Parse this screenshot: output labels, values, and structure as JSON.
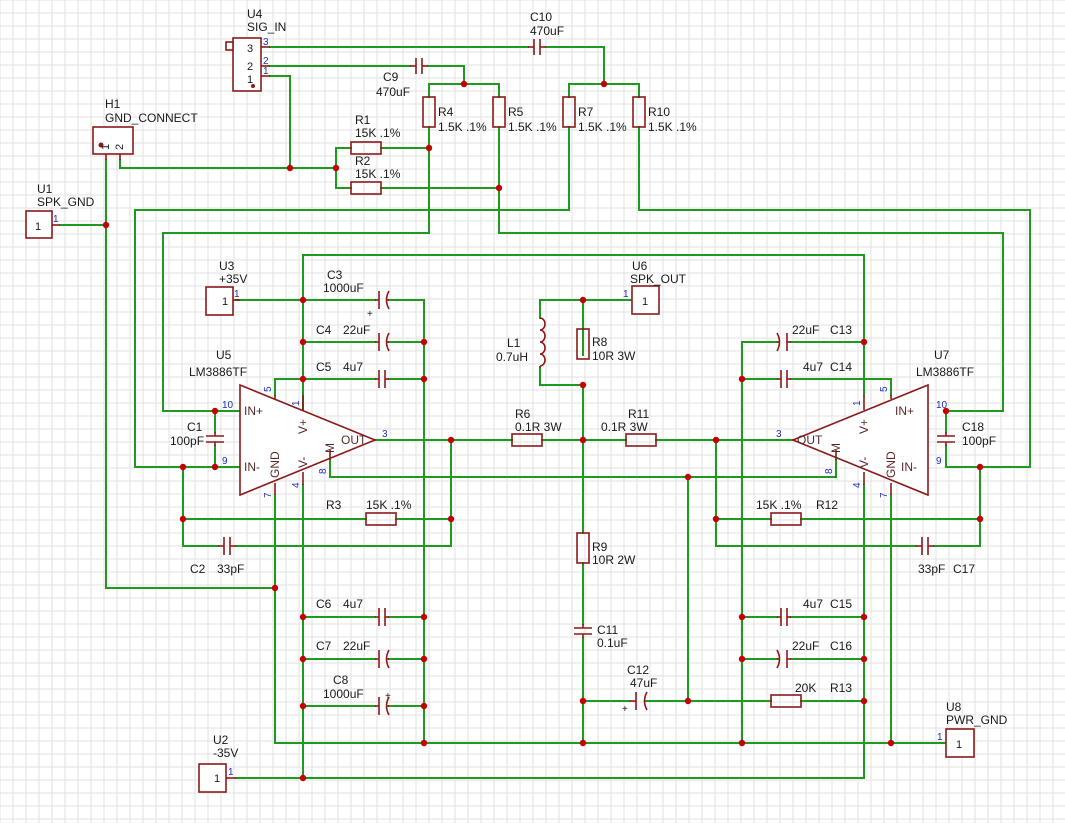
{
  "title": "",
  "components": {
    "U4": {
      "ref": "U4",
      "value": "SIG_IN",
      "pins": [
        "3",
        "2",
        "1"
      ]
    },
    "H1": {
      "ref": "H1",
      "value": "GND_CONNECT",
      "pins": [
        "1",
        "2"
      ]
    },
    "U1": {
      "ref": "U1",
      "value": "SPK_GND",
      "pin": "1"
    },
    "U3": {
      "ref": "U3",
      "value": "+35V",
      "pin": "1"
    },
    "U2": {
      "ref": "U2",
      "value": "-35V",
      "pin": "1"
    },
    "U6": {
      "ref": "U6",
      "value": "SPK_OUT",
      "pin": "1"
    },
    "U8": {
      "ref": "U8",
      "value": "PWR_GND",
      "pin": "1"
    },
    "U5": {
      "ref": "U5",
      "value": "LM3886TF",
      "pins": {
        "in_plus": "IN+",
        "in_minus": "IN-",
        "vplus": "V+",
        "vminus": "V-",
        "gnd": "GND",
        "mute": "M",
        "out": "OUT"
      },
      "pin_numbers": {
        "in_plus": "10",
        "in_minus": "9",
        "vplus": "1",
        "vplus2": "5",
        "vminus": "4",
        "gnd": "7",
        "mute": "8",
        "out": "3"
      }
    },
    "U7": {
      "ref": "U7",
      "value": "LM3886TF",
      "pins": {
        "in_plus": "IN+",
        "in_minus": "IN-",
        "vplus": "V+",
        "vminus": "V-",
        "gnd": "GND",
        "mute": "M",
        "out": "OUT"
      },
      "pin_numbers": {
        "in_plus": "10",
        "in_minus": "9",
        "vplus": "1",
        "vplus2": "5",
        "vminus": "4",
        "gnd": "7",
        "mute": "8",
        "out": "3"
      }
    },
    "C1": {
      "ref": "C1",
      "value": "100pF"
    },
    "C2": {
      "ref": "C2",
      "value": "33pF"
    },
    "C3": {
      "ref": "C3",
      "value": "1000uF"
    },
    "C4": {
      "ref": "C4",
      "value": "22uF"
    },
    "C5": {
      "ref": "C5",
      "value": "4u7"
    },
    "C6": {
      "ref": "C6",
      "value": "4u7"
    },
    "C7": {
      "ref": "C7",
      "value": "22uF"
    },
    "C8": {
      "ref": "C8",
      "value": "1000uF"
    },
    "C9": {
      "ref": "C9",
      "value": "470uF"
    },
    "C10": {
      "ref": "C10",
      "value": "470uF"
    },
    "C11": {
      "ref": "C11",
      "value": "0.1uF"
    },
    "C12": {
      "ref": "C12",
      "value": "47uF"
    },
    "C13": {
      "ref": "C13",
      "value": "22uF"
    },
    "C14": {
      "ref": "C14",
      "value": "4u7"
    },
    "C15": {
      "ref": "C15",
      "value": "4u7"
    },
    "C16": {
      "ref": "C16",
      "value": "22uF"
    },
    "C17": {
      "ref": "C17",
      "value": "33pF"
    },
    "C18": {
      "ref": "C18",
      "value": "100pF"
    },
    "R1": {
      "ref": "R1",
      "value": "15K .1%"
    },
    "R2": {
      "ref": "R2",
      "value": "15K .1%"
    },
    "R3": {
      "ref": "R3",
      "value": "15K .1%"
    },
    "R4": {
      "ref": "R4",
      "value": "1.5K .1%"
    },
    "R5": {
      "ref": "R5",
      "value": "1.5K .1%"
    },
    "R6": {
      "ref": "R6",
      "value": "0.1R 3W"
    },
    "R7": {
      "ref": "R7",
      "value": "1.5K .1%"
    },
    "R8": {
      "ref": "R8",
      "value": "10R 3W"
    },
    "R9": {
      "ref": "R9",
      "value": "10R 2W"
    },
    "R10": {
      "ref": "R10",
      "value": "1.5K .1%"
    },
    "R11": {
      "ref": "R11",
      "value": "0.1R 3W"
    },
    "R12": {
      "ref": "R12",
      "value": "15K .1%"
    },
    "R13": {
      "ref": "R13",
      "value": "20K"
    },
    "L1": {
      "ref": "L1",
      "value": "0.7uH"
    }
  },
  "colors": {
    "wire": "#1f9a1f",
    "part": "#8b1a1a",
    "junction": "#c40000",
    "pin_number": "#1f2fbf",
    "grid": "#e2e2e2"
  }
}
